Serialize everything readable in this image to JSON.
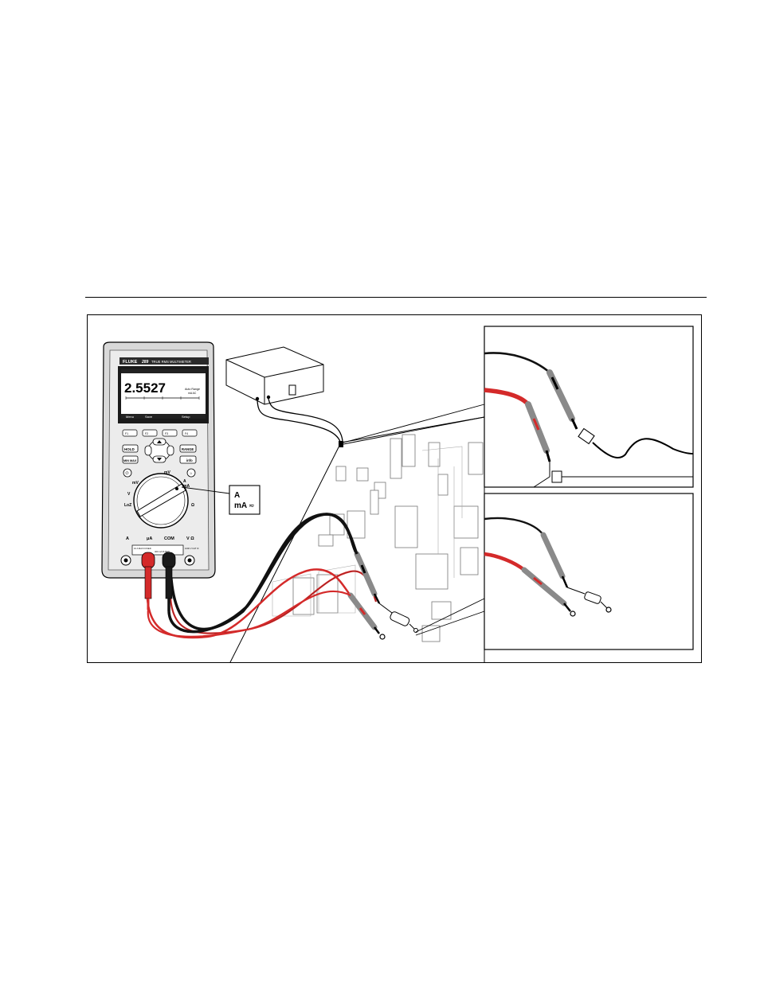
{
  "meter": {
    "brand": "FLUKE",
    "model": "289",
    "model_desc": "TRUE RMS MULTIMETER",
    "reading": "2.5527",
    "range_label": "Auto Range",
    "unit_label": "mA AC",
    "softkeys": [
      "Menu",
      "Save",
      "",
      "Setup"
    ],
    "fkeys": [
      "F1",
      "F2",
      "F3",
      "F4"
    ],
    "buttons": {
      "hold": "HOLD",
      "minmax": "MIN MAX",
      "range": "RANGE",
      "info": "info"
    },
    "dial_labels": {
      "mv": "mV",
      "v": "V",
      "loz": "LoZ",
      "ohm": "Ω",
      "a": "A",
      "ma": "mA"
    },
    "jack_labels": {
      "a": "A",
      "ua": "μA",
      "com": "COM",
      "vohm": "V Ω"
    },
    "jack_fuse_labels": [
      "10 A MAX FUSED",
      "400 mA FUSED",
      "1000 V CAT III"
    ]
  },
  "callout": {
    "line1": "A",
    "line2": "mA"
  },
  "colors": {
    "red_lead": "#d42a2a",
    "black_lead": "#111111",
    "probe_gray": "#8a8a8a",
    "screen": "#ffffff"
  }
}
